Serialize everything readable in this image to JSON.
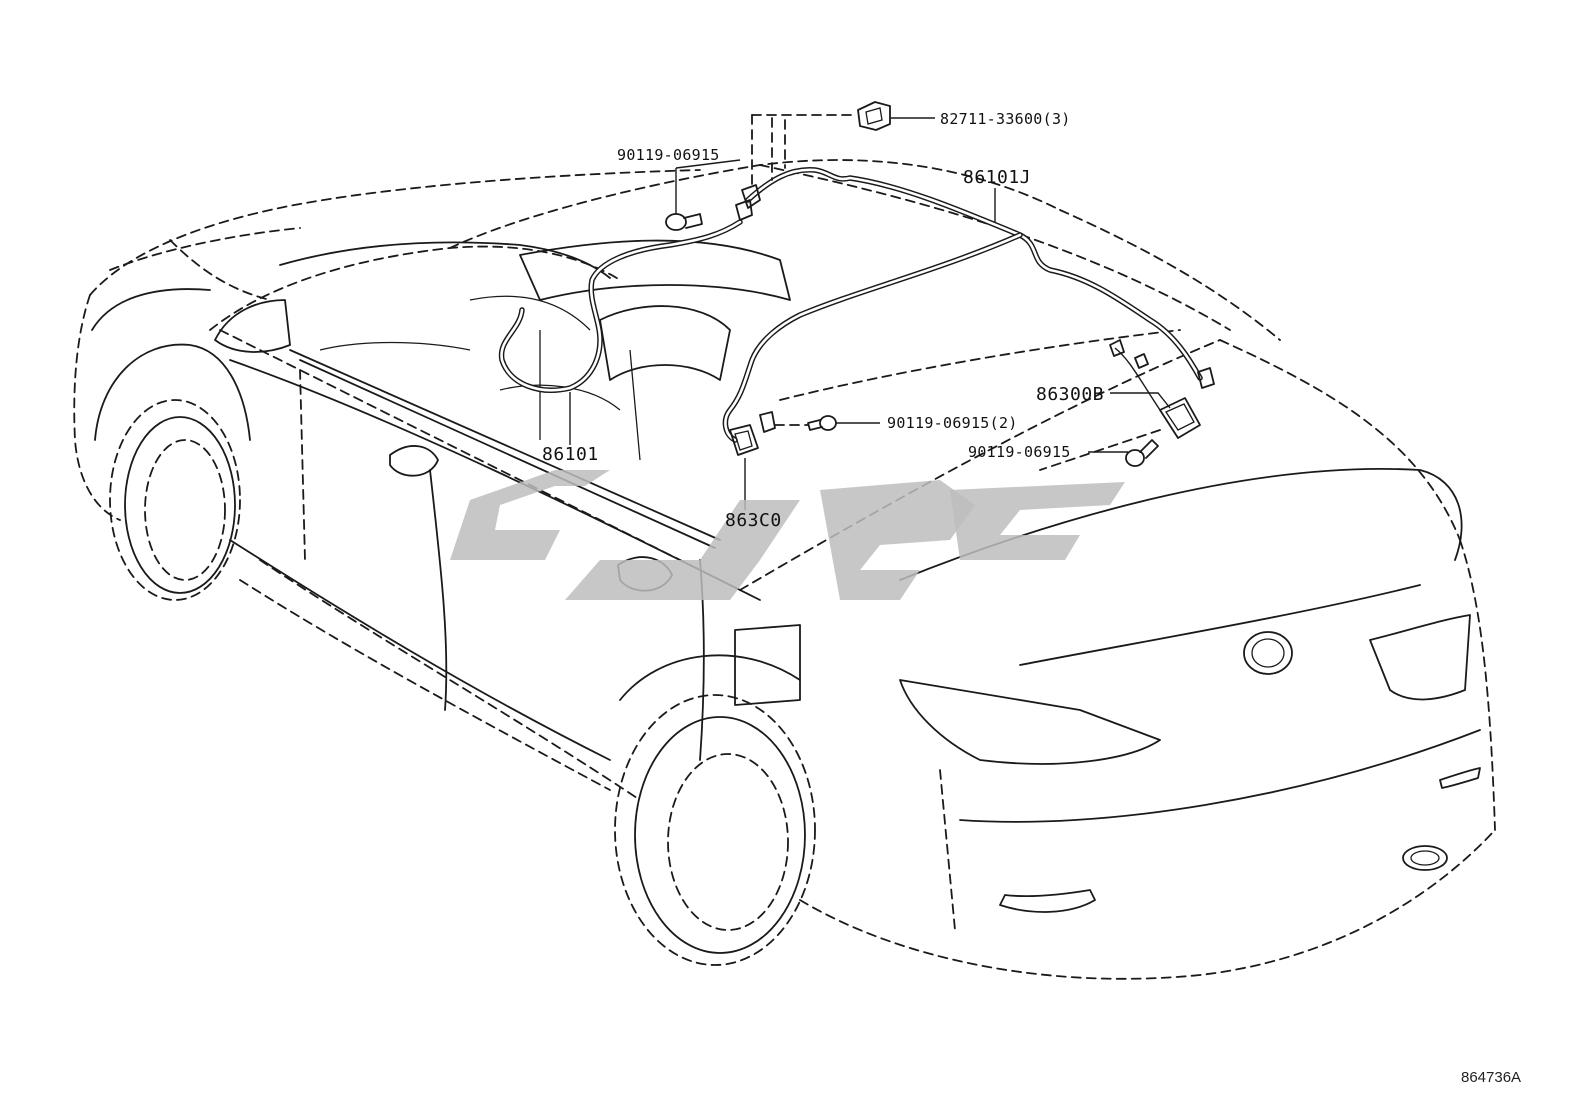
{
  "labels": {
    "clip": "82711-33600(3)",
    "bolt_top": "90119-06915",
    "wire_roof": "86101J",
    "wire_pillar": "86101",
    "amp": "86300B",
    "bolt_mid": "90119-06915(2)",
    "bolt_right": "90119-06915",
    "antenna": "863C0"
  },
  "figure_ref": "864736A",
  "colors": {
    "line": "#1a1a1a",
    "watermark": "#bdbdbd",
    "background": "#ffffff"
  }
}
